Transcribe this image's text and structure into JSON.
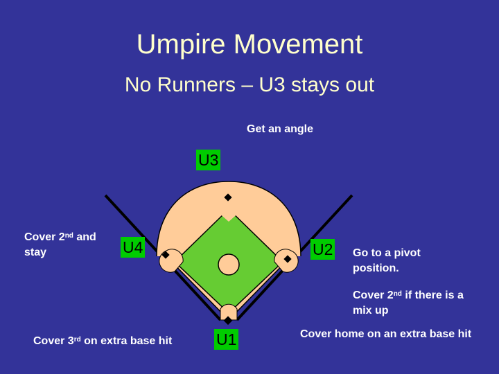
{
  "title": "Umpire Movement",
  "subtitle": "No Runners – U3 stays out",
  "colors": {
    "background": "#333399",
    "title_text": "#FFFFCC",
    "infield_dirt": "#FFCC99",
    "grass": "#66CC33",
    "umpire_box": "#00CC00",
    "foul_line": "#000000"
  },
  "umpires": {
    "u1": "U1",
    "u2": "U2",
    "u3": "U3",
    "u4": "U4"
  },
  "notes": {
    "angle": "Get an angle",
    "u4_prefix": "Cover 2",
    "u4_sup": "nd",
    "u4_suffix": " and stay",
    "u2_pivot": "Go to a pivot position.",
    "u2_cover_prefix": "Cover 2",
    "u2_cover_sup": "nd",
    "u2_cover_suffix": " if there is a mix up",
    "u1_third_prefix": "Cover 3",
    "u1_third_sup": "rd",
    "u1_third_suffix": " on extra base hit",
    "home": "Cover home on an extra base hit"
  }
}
